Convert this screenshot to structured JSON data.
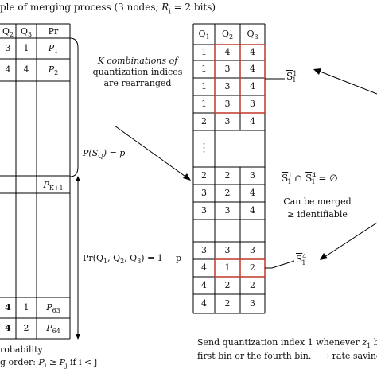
{
  "header": {
    "title_prefix": "ple of merging process (3 nodes, ",
    "title_var": "R",
    "title_sub": "i",
    "title_suffix": " = 2 bits)"
  },
  "left_table": {
    "headers": [
      "Q",
      "2",
      "Q",
      "3",
      "Pr"
    ],
    "rows": [
      [
        "3",
        "1",
        "P",
        "1"
      ],
      [
        "4",
        "4",
        "P",
        "2"
      ],
      [
        "",
        "",
        "P",
        "K+1"
      ],
      [
        "4",
        "1",
        "P",
        "63"
      ],
      [
        "4",
        "2",
        "P",
        "64"
      ]
    ]
  },
  "bracket_note": {
    "line1": "K combinations of",
    "line2": "quantization indices",
    "line3": "are rearranged"
  },
  "prob_p": "P(S",
  "prob_p_sub": "Q",
  "prob_p_end": ") = p",
  "prob_rest": "Pr(Q",
  "prob_rest_mid1": ", Q",
  "prob_rest_mid2": ", Q",
  "prob_rest_end": ") = 1 − p",
  "right_table": {
    "headers": [
      [
        "Q",
        "1"
      ],
      [
        "Q",
        "2"
      ],
      [
        "Q",
        "3"
      ]
    ],
    "rows": [
      [
        "1",
        "4",
        "4"
      ],
      [
        "1",
        "3",
        "4"
      ],
      [
        "1",
        "3",
        "4"
      ],
      [
        "1",
        "3",
        "3"
      ],
      [
        "2",
        "3",
        "4"
      ],
      [
        "⋮",
        "",
        ""
      ],
      [
        "2",
        "2",
        "3"
      ],
      [
        "3",
        "2",
        "4"
      ],
      [
        "3",
        "3",
        "4"
      ],
      [
        "",
        "",
        ""
      ],
      [
        "3",
        "3",
        "3"
      ],
      [
        "4",
        "1",
        "2"
      ],
      [
        "4",
        "2",
        "2"
      ],
      [
        "4",
        "2",
        "3"
      ]
    ]
  },
  "set_label_top": {
    "base": "S",
    "sup": "1",
    "sub": "1"
  },
  "set_label_bottom": {
    "base": "S",
    "sup": "4",
    "sub": "1"
  },
  "intersection": {
    "text": "S",
    "sup1": "1",
    "sub1": "1",
    "op": " ∩ ",
    "sup2": "4",
    "sub2": "1",
    "result": " = ∅"
  },
  "merge_note": {
    "line1": "Can be merged",
    "line2": "≥ identifiable"
  },
  "footer_left": {
    "line1": "robability",
    "line2_prefix": "g order:  ",
    "line2_math": "P",
    "line2_sub_i": "i",
    "line2_ge": " ≥ ",
    "line2_pj": "P",
    "line2_sub_j": "j",
    "line2_tail": "  if i < j"
  },
  "footer_right": {
    "line1_prefix": "Send quantization index 1 whenever ",
    "line1_var": "z",
    "line1_sub": "1",
    "line1_suffix": " bel",
    "line2": "first bin or the fourth bin.",
    "line2_arrow": "⟶ rate saving"
  },
  "colors": {
    "highlight": "#c0392b",
    "line": "#000000"
  }
}
